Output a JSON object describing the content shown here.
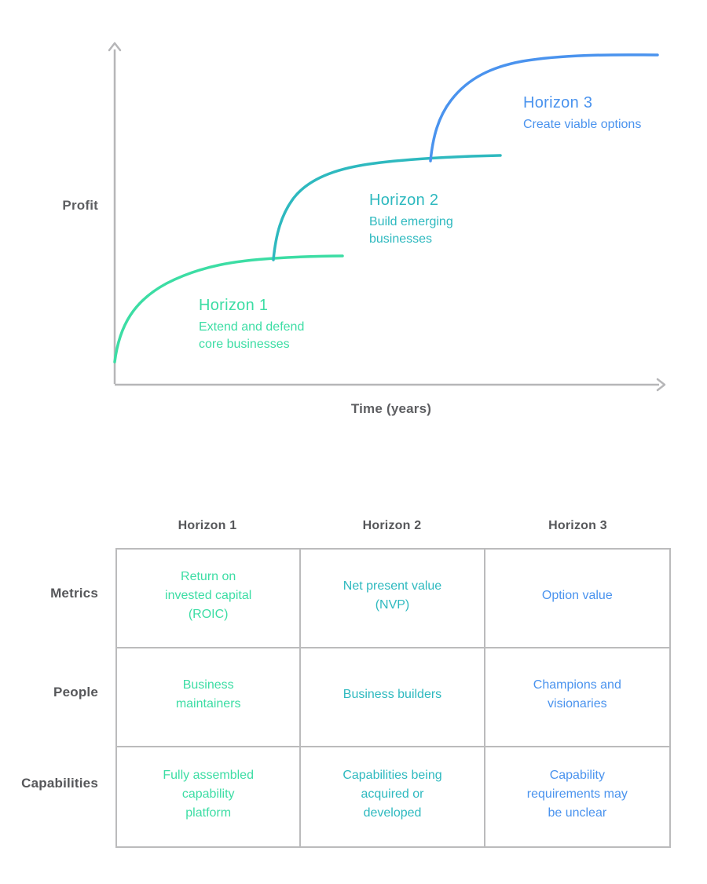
{
  "colors": {
    "h1": "#3cdda4",
    "h2": "#2eb9bf",
    "h3": "#4a93ee",
    "gray_text": "#5d5e61",
    "axis": "#b6b6b8",
    "grid_border": "#bbbbbc"
  },
  "chart": {
    "type": "conceptual-curves",
    "y_axis_label": "Profit",
    "x_axis_label": "Time (years)",
    "curves": [
      {
        "id": "horizon1",
        "title": "Horizon 1",
        "subtitle": "Extend and defend\ncore businesses",
        "color": "#3cdda4"
      },
      {
        "id": "horizon2",
        "title": "Horizon 2",
        "subtitle": "Build emerging\nbusinesses",
        "color": "#2eb9bf"
      },
      {
        "id": "horizon3",
        "title": "Horizon 3",
        "subtitle": "Create viable options",
        "color": "#4a93ee"
      }
    ]
  },
  "table": {
    "column_headers": [
      "Horizon 1",
      "Horizon 2",
      "Horizon 3"
    ],
    "row_headers": [
      "Metrics",
      "People",
      "Capabilities"
    ],
    "cells": [
      [
        "Return on\ninvested capital\n(ROIC)",
        "Net present value\n(NVP)",
        "Option value"
      ],
      [
        "Business\nmaintainers",
        "Business builders",
        "Champions and\nvisionaries"
      ],
      [
        "Fully assembled\ncapability\nplatform",
        "Capabilities being\nacquired or\ndeveloped",
        "Capability\nrequirements may\nbe unclear"
      ]
    ]
  }
}
